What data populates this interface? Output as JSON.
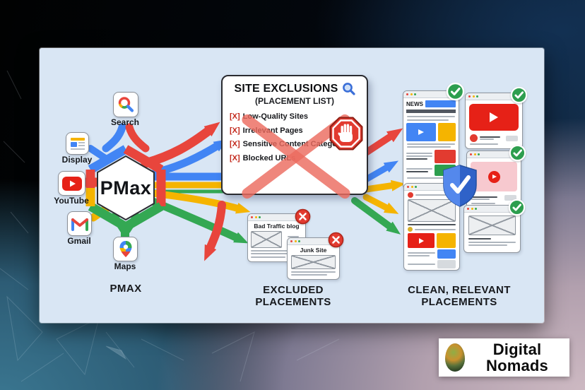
{
  "colors": {
    "google_red": "#e8453c",
    "google_blue": "#4285f4",
    "google_yellow": "#f5b400",
    "google_green": "#34a853",
    "panel_bg": "#d9e6f4",
    "badge_green": "#2d9e4e",
    "badge_red": "#e23b30",
    "shield_blue": "#3f74d6",
    "overlay_x_red": "#ec6b5f"
  },
  "pmax": {
    "hex_label": "PMax",
    "caption": "PMAX"
  },
  "channels": {
    "search": "Search",
    "display": "Display",
    "youtube": "YouTube",
    "gmail": "Gmail",
    "maps": "Maps"
  },
  "exclusions_box": {
    "title": "SITE EXCLUSIONS",
    "subtitle": "(PLACEMENT LIST)",
    "marker": "[X]",
    "items": [
      "Low-Quality Sites",
      "Irrelevant Pages",
      "Sensitive Content Categories",
      "Blocked URLs"
    ]
  },
  "excluded_section": {
    "card1_title": "Bad Traffic blog",
    "card2_title": "Junk Site",
    "caption_line1": "EXCLUDED",
    "caption_line2": "PLACEMENTS"
  },
  "clean_section": {
    "news_label": "NEWS",
    "caption_line1": "CLEAN, RELEVANT",
    "caption_line2": "PLACEMENTS"
  },
  "branding": {
    "line1": "Digital",
    "line2": "Nomads"
  }
}
